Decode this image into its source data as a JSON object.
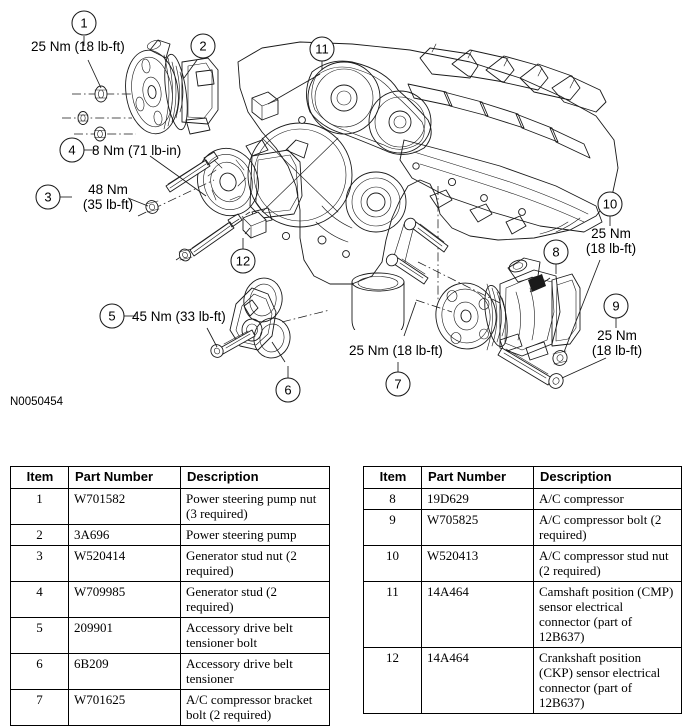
{
  "figure": {
    "id": "N0050454",
    "description": "Exploded view of engine front accessory drive: power steering pump, generator, accessory drive belt tensioner and A/C compressor"
  },
  "callouts": [
    {
      "number": "1",
      "torque_nm": "25 Nm",
      "torque_imperial": "(18 lb-ft)",
      "label": "25 Nm (18 lb-ft)",
      "lines": [
        "25 Nm (18 lb-ft)"
      ]
    },
    {
      "number": "2",
      "torque_nm": "",
      "torque_imperial": "",
      "label": "",
      "lines": []
    },
    {
      "number": "3",
      "torque_nm": "48 Nm",
      "torque_imperial": "(35 lb-ft)",
      "label": "48 Nm (35 lb-ft)",
      "lines": [
        "48 Nm",
        "(35 lb-ft)"
      ]
    },
    {
      "number": "4",
      "torque_nm": "8 Nm",
      "torque_imperial": "(71 lb-in)",
      "label": "8 Nm (71 lb-in)",
      "lines": [
        "8 Nm (71 lb-in)"
      ]
    },
    {
      "number": "5",
      "torque_nm": "45 Nm",
      "torque_imperial": "(33 lb-ft)",
      "label": "45 Nm (33 lb-ft)",
      "lines": [
        "45 Nm (33 lb-ft)"
      ]
    },
    {
      "number": "6",
      "torque_nm": "",
      "torque_imperial": "",
      "label": "",
      "lines": []
    },
    {
      "number": "7",
      "torque_nm": "25 Nm",
      "torque_imperial": "(18 lb-ft)",
      "label": "25 Nm (18 lb-ft)",
      "lines": [
        "25 Nm (18 lb-ft)"
      ]
    },
    {
      "number": "8",
      "torque_nm": "",
      "torque_imperial": "",
      "label": "",
      "lines": []
    },
    {
      "number": "9",
      "torque_nm": "25 Nm",
      "torque_imperial": "(18 lb-ft)",
      "label": "25 Nm (18 lb-ft)",
      "lines": [
        "25 Nm",
        "(18 lb-ft)"
      ]
    },
    {
      "number": "10",
      "torque_nm": "25 Nm",
      "torque_imperial": "(18 lb-ft)",
      "label": "25 Nm (18 lb-ft)",
      "lines": [
        "25 Nm",
        "(18 lb-ft)"
      ]
    },
    {
      "number": "11",
      "torque_nm": "",
      "torque_imperial": "",
      "label": "",
      "lines": []
    },
    {
      "number": "12",
      "torque_nm": "",
      "torque_imperial": "",
      "label": "",
      "lines": []
    }
  ],
  "callout_text": {
    "c1": "25 Nm (18 lb-ft)",
    "c3a": "48 Nm",
    "c3b": "(35 lb-ft)",
    "c4": "8 Nm (71 lb-in)",
    "c5": "45 Nm (33 lb-ft)",
    "c7": "25 Nm (18 lb-ft)",
    "c9a": "25 Nm",
    "c9b": "(18 lb-ft)",
    "c10a": "25 Nm",
    "c10b": "(18 lb-ft)"
  },
  "callout_numbers": {
    "n1": "1",
    "n2": "2",
    "n3": "3",
    "n4": "4",
    "n5": "5",
    "n6": "6",
    "n7": "7",
    "n8": "8",
    "n9": "9",
    "n10": "10",
    "n11": "11",
    "n12": "12"
  },
  "table_left": {
    "headers": {
      "item": "Item",
      "part_number": "Part Number",
      "description": "Description"
    },
    "rows": [
      {
        "item": "1",
        "part_number": "W701582",
        "description": "Power steering pump nut (3 required)"
      },
      {
        "item": "2",
        "part_number": "3A696",
        "description": "Power steering pump"
      },
      {
        "item": "3",
        "part_number": "W520414",
        "description": "Generator stud nut (2 required)"
      },
      {
        "item": "4",
        "part_number": "W709985",
        "description": "Generator stud (2 required)"
      },
      {
        "item": "5",
        "part_number": "209901",
        "description": "Accessory drive belt tensioner bolt"
      },
      {
        "item": "6",
        "part_number": "6B209",
        "description": "Accessory drive belt tensioner"
      },
      {
        "item": "7",
        "part_number": "W701625",
        "description": "A/C compressor bracket bolt (2 required)"
      }
    ]
  },
  "table_right": {
    "headers": {
      "item": "Item",
      "part_number": "Part Number",
      "description": "Description"
    },
    "rows": [
      {
        "item": "8",
        "part_number": "19D629",
        "description": "A/C compressor"
      },
      {
        "item": "9",
        "part_number": "W705825",
        "description": "A/C compressor bolt (2 required)"
      },
      {
        "item": "10",
        "part_number": "W520413",
        "description": "A/C compressor stud nut (2 required)"
      },
      {
        "item": "11",
        "part_number": "14A464",
        "description": "Camshaft position (CMP) sensor electrical connector (part of 12B637)"
      },
      {
        "item": "12",
        "part_number": "14A464",
        "description": "Crankshaft position (CKP) sensor electrical connector (part of 12B637)"
      }
    ]
  },
  "colors": {
    "line": "#1a1a1a",
    "background": "#ffffff",
    "text": "#000000"
  }
}
